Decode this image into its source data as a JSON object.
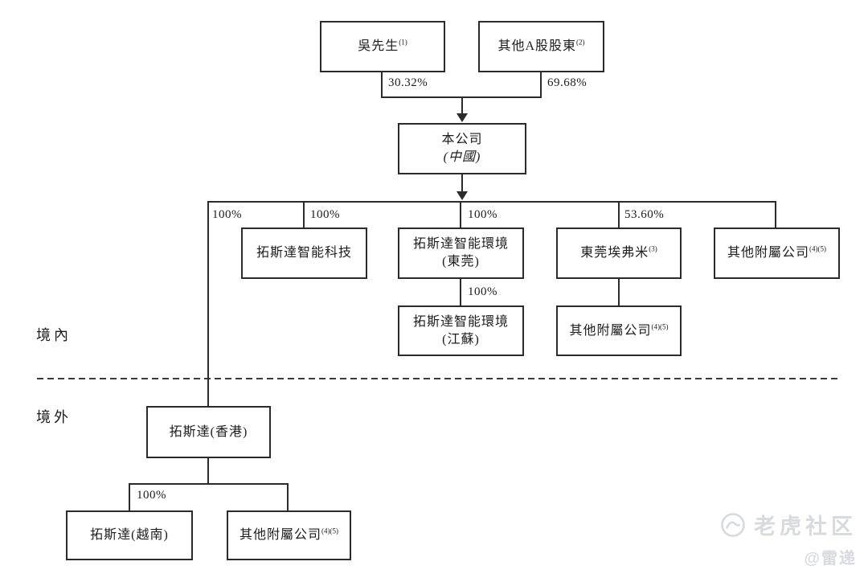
{
  "diagram": {
    "nodes": {
      "mr_wu": {
        "label": "吳先生",
        "sup": "(1)"
      },
      "other_a_holders": {
        "label": "其他A股股東",
        "sup": "(2)"
      },
      "company": {
        "label": "本公司",
        "sub_label": "(中國)"
      },
      "smart_tech": {
        "label": "拓斯達智能科技"
      },
      "smart_env_dg": {
        "label": "拓斯達智能環境",
        "sub_label": "(東莞)"
      },
      "dongguan_aifumi": {
        "label": "東莞埃弗米",
        "sup": "(3)"
      },
      "other_subs_top": {
        "label": "其他附屬公司",
        "sup": "(4)(5)"
      },
      "smart_env_js": {
        "label": "拓斯達智能環境",
        "sub_label": "(江蘇)"
      },
      "other_subs_mid": {
        "label": "其他附屬公司",
        "sup": "(4)(5)"
      },
      "topstar_hk": {
        "label": "拓斯達(香港)"
      },
      "topstar_vn": {
        "label": "拓斯達(越南)"
      },
      "other_subs_off": {
        "label": "其他附屬公司",
        "sup": "(4)(5)"
      }
    },
    "percentages": {
      "wu_stake": "30.32%",
      "other_a_stake": "69.68%",
      "hk_chain": "100%",
      "smart_tech_stake": "100%",
      "env_dg_stake": "100%",
      "aifumi_stake": "53.60%",
      "env_js_stake": "100%",
      "vn_stake": "100%"
    },
    "regions": {
      "onshore": "境內",
      "offshore": "境外"
    },
    "line_color": "#2b2b2b"
  },
  "watermark": {
    "brand": "老虎社区",
    "handle": "@雷递"
  }
}
